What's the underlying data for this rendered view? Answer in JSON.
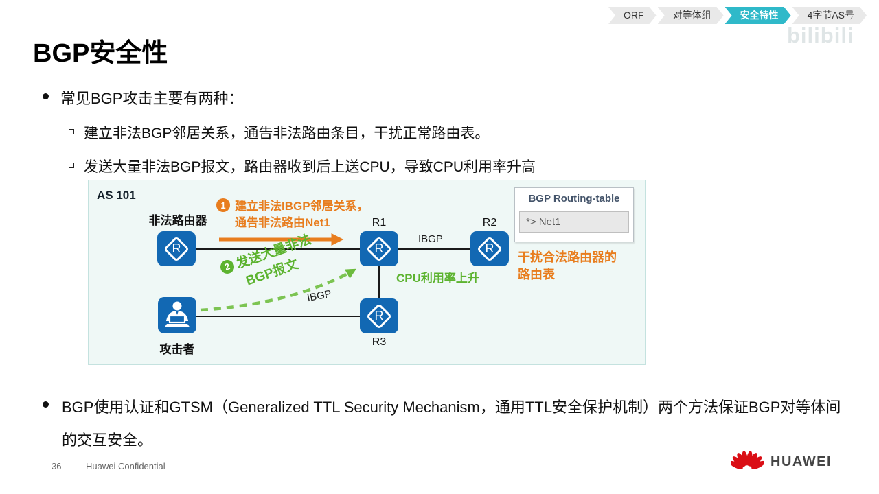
{
  "nav": {
    "tabs": [
      {
        "label": "ORF",
        "active": false
      },
      {
        "label": "对等体组",
        "active": false
      },
      {
        "label": "安全特性",
        "active": true
      },
      {
        "label": "4字节AS号",
        "active": false
      }
    ]
  },
  "watermark": "bilibili",
  "title": "BGP安全性",
  "bullets": {
    "main": "常见BGP攻击主要有两种：",
    "sub1": "建立非法BGP邻居关系，通告非法路由条目，干扰正常路由表。",
    "sub2": "发送大量非法BGP报文，路由器收到后上送CPU，导致CPU利用率升高"
  },
  "diagram": {
    "as_label": "AS 101",
    "illegal_router_label": "非法路由器",
    "attacker_label": "攻击者",
    "r1": "R1",
    "r2": "R2",
    "r3": "R3",
    "router_letter": "R",
    "ibgp_top": "IBGP",
    "ibgp_bottom": "IBGP",
    "step1_badge": "1",
    "step1_line1": "建立非法IBGP邻居关系，",
    "step1_line2": "通告非法路由Net1",
    "step2_badge": "2",
    "step2_line1": "发送大量非法",
    "step2_line2": "BGP报文",
    "cpu_label": "CPU利用率上升",
    "routing_table": {
      "title": "BGP Routing-table",
      "row": "*> Net1"
    },
    "disturb_line1": "干扰合法路由器的",
    "disturb_line2": "路由表"
  },
  "bottom_bullet": "BGP使用认证和GTSM（Generalized TTL Security Mechanism，通用TTL安全保护机制）两个方法保证BGP对等体间的交互安全。",
  "footer": {
    "page": "36",
    "confidential": "Huawei Confidential",
    "brand": "HUAWEI"
  },
  "colors": {
    "accent_orange": "#e87d1e",
    "accent_green": "#5cb32f",
    "router_blue": "#1268b3",
    "active_tab_cyan": "#2fb9c9"
  }
}
